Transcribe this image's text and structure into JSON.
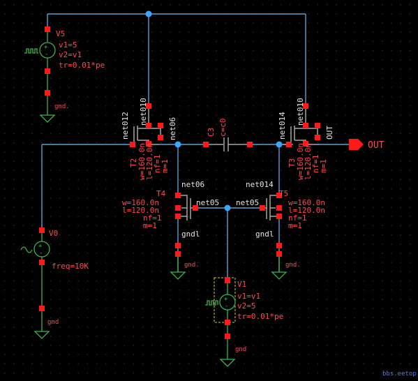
{
  "watermark": "bbs.eetop.cn",
  "output_port": {
    "label": "OUT",
    "color": "#ff1a1a"
  },
  "nets": {
    "net012": "net012",
    "net010_left": "net010",
    "net06_top": "net06",
    "net014_top": "net014",
    "net010_right": "net010",
    "out_pin": "OUT",
    "net06_mid": "net06",
    "net014_mid": "net014",
    "net05_left": "net05",
    "net05_right": "net05",
    "gndl_left": "gndl",
    "gndl_right": "gndl"
  },
  "v5": {
    "name": "V5",
    "v1": "v1=5",
    "v2": "v2=v1",
    "tr": "tr=0.01*pe",
    "gnd": "gnd."
  },
  "v0": {
    "name": "V0",
    "freq": "freq=10K",
    "gnd": "gnd"
  },
  "v1src": {
    "name": "V1",
    "v1": "v1=v1",
    "v2": "v2=5",
    "tr": "tr=0.01*pe",
    "gnd": "gnd"
  },
  "c3": {
    "name": "C3",
    "value": "c=c0"
  },
  "t2": {
    "name": "T2",
    "w": "w=160.0n",
    "l": "l=120.0n",
    "nf": "nf=1",
    "m": "m=1"
  },
  "t3": {
    "name": "T3",
    "w": "w=160.0n",
    "l": "l=120.0n",
    "nf": "nf=1",
    "m": "m=1"
  },
  "t4": {
    "name": "T4",
    "w": "w=160.0n",
    "l": "l=120.0n",
    "nf": "nf=1",
    "m": "m=1"
  },
  "t5": {
    "name": "T5",
    "w": "w=160.0n",
    "l": "l=120.0n",
    "nf": "nf=1",
    "m": "m=1"
  },
  "gnd_labels": {
    "t4": "gnd.",
    "t5": "gnd."
  },
  "colors": {
    "wire": "#5a9fd4",
    "device": "#a6a6a6",
    "ground": "#3cb34a",
    "pin": "#ff1a1a",
    "label": "#ff4a4a",
    "net_label": "#e6e6e6",
    "background": "#000000",
    "grid": "#3a3a3a"
  }
}
